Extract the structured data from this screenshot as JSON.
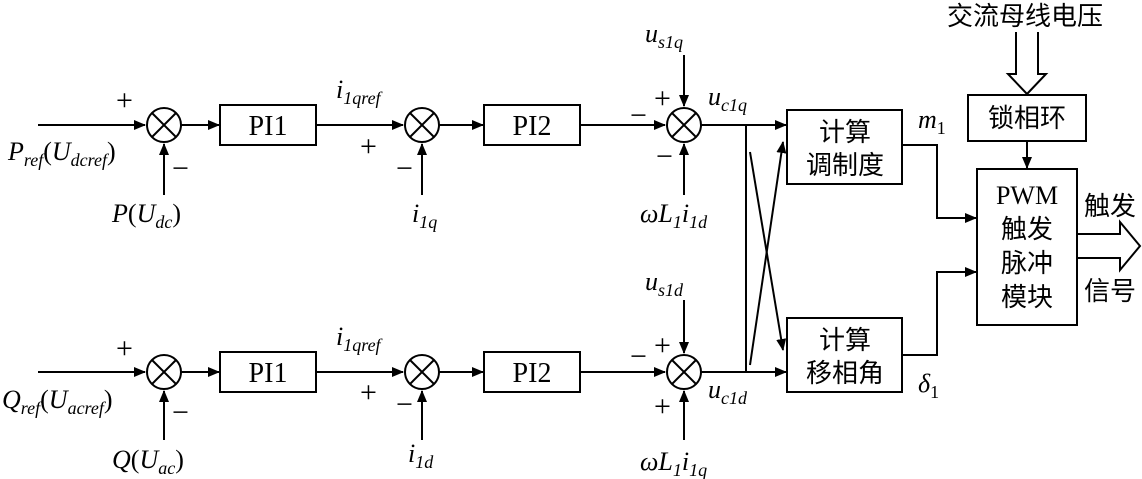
{
  "title_top": "交流母线电压",
  "blocks": {
    "pi1_top": "PI1",
    "pi2_top": "PI2",
    "pi1_bot": "PI1",
    "pi2_bot": "PI2",
    "calc_mod_line1": "计算",
    "calc_mod_line2": "调制度",
    "calc_phase_line1": "计算",
    "calc_phase_line2": "移相角",
    "pll": "锁相环",
    "pwm_line1": "PWM",
    "pwm_line2": "触发",
    "pwm_line3": "脉冲",
    "pwm_line4": "模块"
  },
  "output_label_line1": "触发",
  "output_label_line2": "信号",
  "signals": {
    "p_ref": "P_ref(U_dcref)",
    "p_meas": "P(U_dc)",
    "i1qref_top": "i_1qref",
    "i1q_meas": "i_1q",
    "us1q": "u_s1q",
    "uc1q": "u_c1q",
    "wl_top": "ωL_1i_1d",
    "m1": "m_1",
    "q_ref": "Q_ref(U_acref)",
    "q_meas": "Q(U_ac)",
    "i1qref_bot": "i_1qref",
    "i1d_meas": "i_1d",
    "us1d": "u_s1d",
    "uc1d": "u_c1d",
    "wl_bot": "ωL_1i_1q",
    "delta1": "δ_1"
  },
  "signs": {
    "plus": "+",
    "minus": "−"
  }
}
